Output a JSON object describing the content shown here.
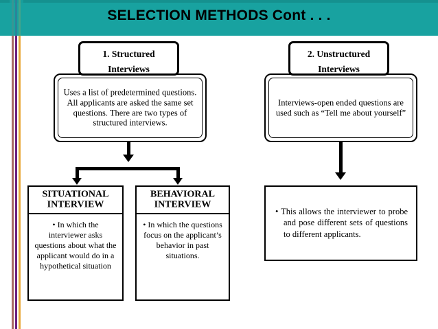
{
  "slide": {
    "title": "SELECTION METHODS Cont . . .",
    "header_color": "#18a2a0",
    "stripe_colors": {
      "rose": "#a96a66",
      "purple": "#6b2080",
      "gold": "#e8a93a"
    }
  },
  "left_branch": {
    "title_line1": "1. Structured",
    "title_line2": "Interviews",
    "description": "Uses a list of predetermined questions. All applicants are asked the same set questions. There are two types of structured interviews.",
    "children": [
      {
        "header_line1": "SITUATIONAL",
        "header_line2": "INTERVIEW",
        "body": "• In which the interviewer asks questions about what the applicant would do in a hypothetical situation"
      },
      {
        "header_line1": "BEHAVIORAL",
        "header_line2": "INTERVIEW",
        "body": "• In which the questions focus on the applicant’s behavior in past situations."
      }
    ]
  },
  "right_branch": {
    "title_line1": "2. Unstructured",
    "title_line2": "Interviews",
    "description": "Interviews-open ended questions are used such as “Tell me about yourself”",
    "note": "• This allows the interviewer to probe and pose different sets of questions to different applicants."
  }
}
